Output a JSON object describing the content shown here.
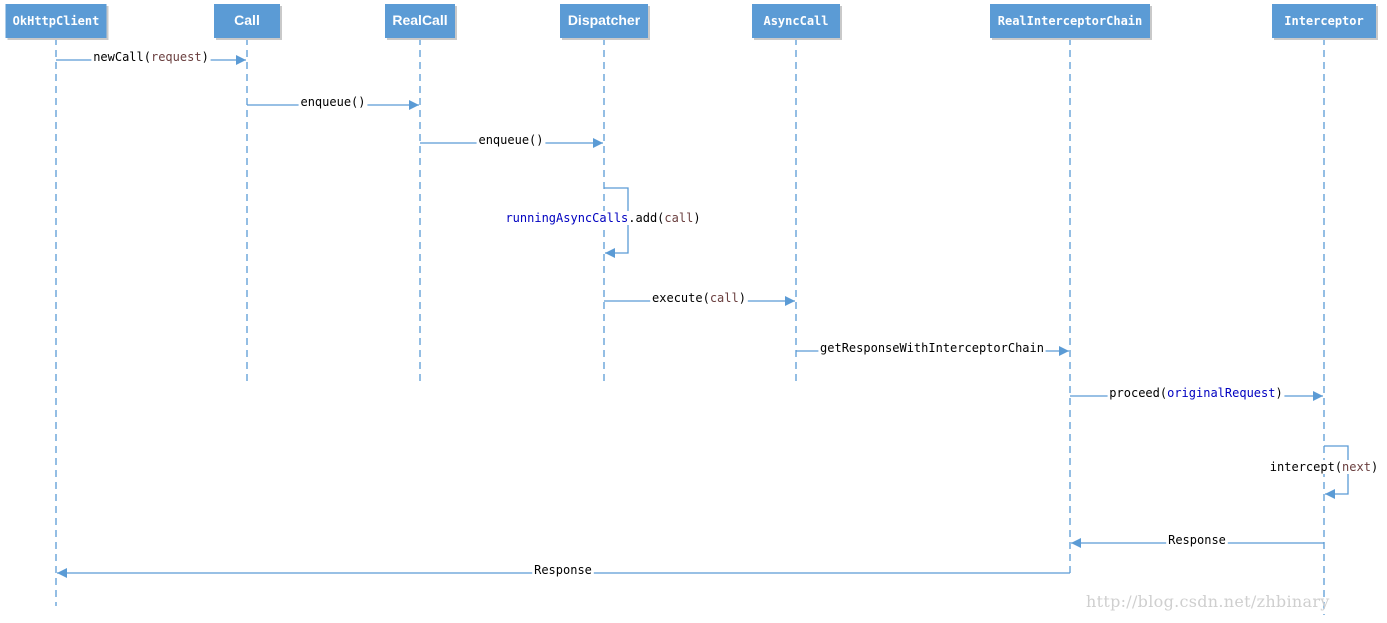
{
  "participants": [
    {
      "id": "okhttpclient",
      "label": "OkHttpClient"
    },
    {
      "id": "call",
      "label": "Call"
    },
    {
      "id": "realcall",
      "label": "RealCall"
    },
    {
      "id": "dispatcher",
      "label": "Dispatcher"
    },
    {
      "id": "asynccall",
      "label": "AsyncCall"
    },
    {
      "id": "realinterceptorchain",
      "label": "RealInterceptorChain"
    },
    {
      "id": "interceptor",
      "label": "Interceptor"
    }
  ],
  "messages": [
    {
      "id": "newcall",
      "from": "okhttpclient",
      "to": "call",
      "parts": [
        {
          "t": "newCall("
        },
        {
          "t": "request",
          "c": "param"
        },
        {
          "t": ")"
        }
      ]
    },
    {
      "id": "enqueue-call",
      "from": "call",
      "to": "realcall",
      "parts": [
        {
          "t": "enqueue()"
        }
      ]
    },
    {
      "id": "enqueue-realcall",
      "from": "realcall",
      "to": "dispatcher",
      "parts": [
        {
          "t": "enqueue()"
        }
      ]
    },
    {
      "id": "add-running",
      "from": "dispatcher",
      "to": "dispatcher",
      "parts": [
        {
          "t": "runningAsyncCalls",
          "c": "field"
        },
        {
          "t": ".add("
        },
        {
          "t": "call",
          "c": "param"
        },
        {
          "t": ")"
        }
      ]
    },
    {
      "id": "execute",
      "from": "dispatcher",
      "to": "asynccall",
      "parts": [
        {
          "t": "execute("
        },
        {
          "t": "call",
          "c": "param"
        },
        {
          "t": ")"
        }
      ]
    },
    {
      "id": "get-response",
      "from": "asynccall",
      "to": "realinterceptorchain",
      "parts": [
        {
          "t": "getResponseWithInterceptorChain"
        }
      ]
    },
    {
      "id": "proceed",
      "from": "realinterceptorchain",
      "to": "interceptor",
      "parts": [
        {
          "t": "proceed("
        },
        {
          "t": "originalRequest",
          "c": "field"
        },
        {
          "t": ")"
        }
      ]
    },
    {
      "id": "intercept",
      "from": "interceptor",
      "to": "interceptor",
      "parts": [
        {
          "t": "intercept("
        },
        {
          "t": "next",
          "c": "param"
        },
        {
          "t": ")"
        }
      ]
    },
    {
      "id": "response-chain",
      "from": "interceptor",
      "to": "realinterceptorchain",
      "parts": [
        {
          "t": "Response"
        }
      ]
    },
    {
      "id": "response-client",
      "from": "realinterceptorchain",
      "to": "okhttpclient",
      "parts": [
        {
          "t": "Response"
        }
      ]
    }
  ],
  "watermark": "http://blog.csdn.net/zhbinary",
  "colors": {
    "header_fill": "#5b9bd5",
    "line": "#5b9bd5",
    "text": "#000000",
    "param": "#6a3e3e",
    "field": "#0000c0"
  }
}
